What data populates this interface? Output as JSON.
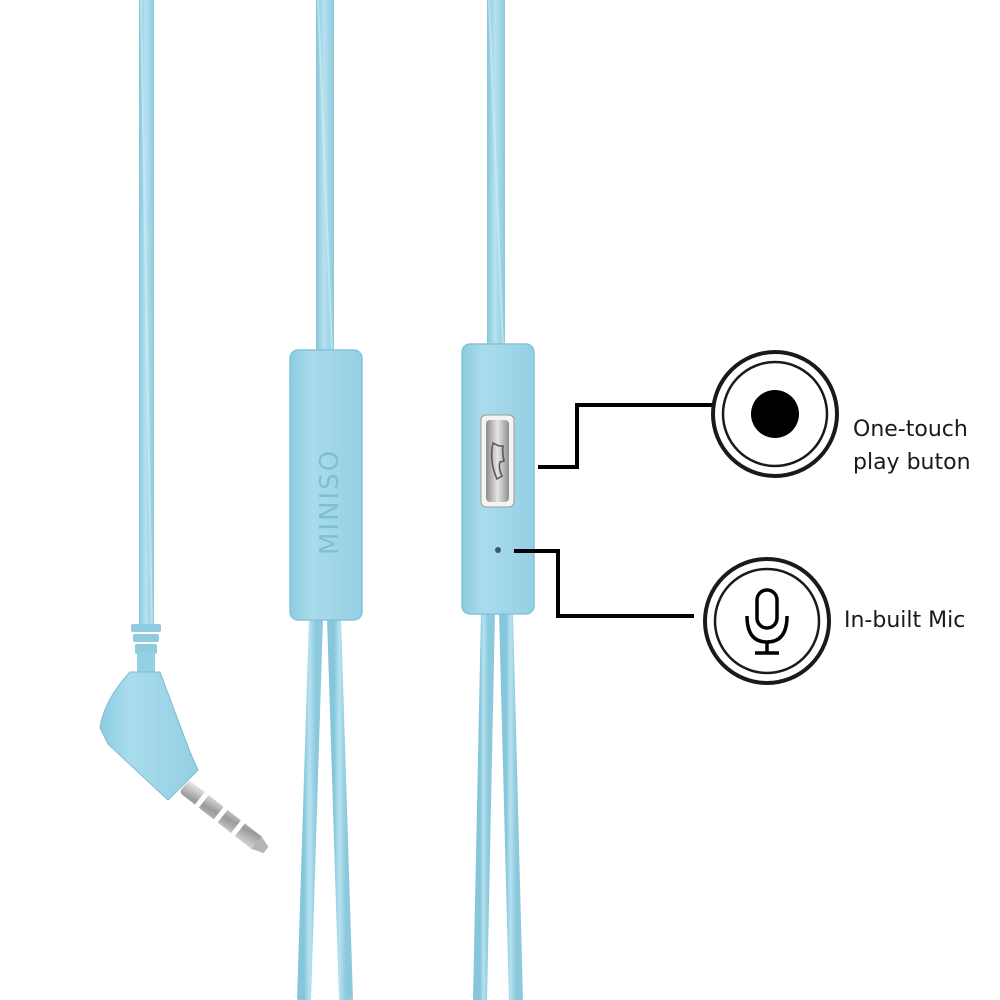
{
  "brand_text": "MINISO",
  "callouts": {
    "play_button": {
      "line1": "One-touch",
      "line2": "play buton",
      "icon": "filled-circle-icon"
    },
    "mic": {
      "line1": "In-built Mic",
      "icon": "microphone-icon"
    }
  },
  "remote_button_icon": "phone-handset-icon",
  "colors": {
    "cable": "#a9dbea",
    "cable_shadow": "#7fc0d6",
    "housing": "#9dd3e6",
    "housing_edge": "#7dbfd6",
    "leader_line": "#000000",
    "metal": "#c9c9c9"
  }
}
